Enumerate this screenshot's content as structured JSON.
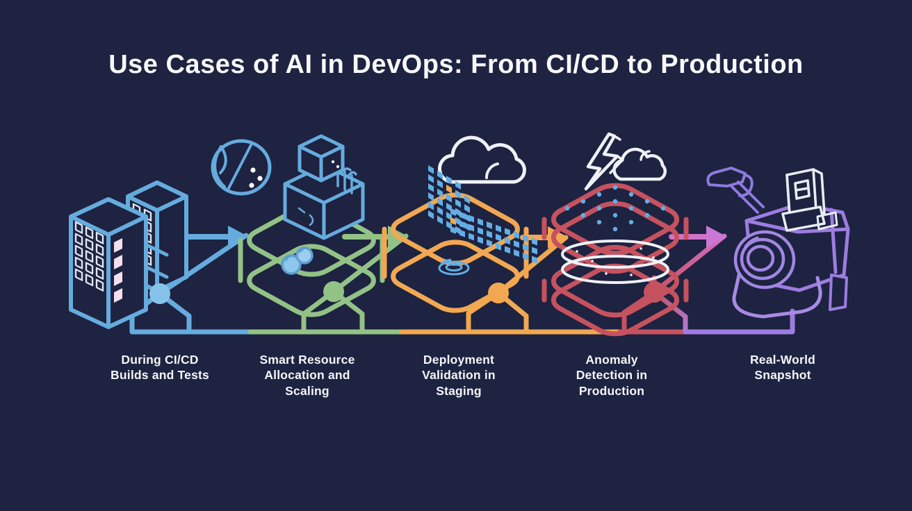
{
  "title": "Use Cases of AI in DevOps: From CI/CD to Production",
  "background_color": "#1d2340",
  "stages": [
    {
      "label": "During CI/CD\nBuilds and Tests",
      "color": "#66abde",
      "icon": "server-towers-icon"
    },
    {
      "label": "Smart Resource\nAllocation and\nScaling",
      "color": "#93c286",
      "icon": "container-boxes-platform-icon"
    },
    {
      "label": "Deployment\nValidation in\nStaging",
      "color": "#f2a851",
      "icon": "cloud-data-matrix-platform-icon"
    },
    {
      "label": "Anomaly\nDetection in\nProduction",
      "color": "#c6525f",
      "icon": "lightning-anomaly-stack-icon"
    },
    {
      "label": "Real-World\nSnapshot",
      "color": "#9d7ce0",
      "icon": "instant-camera-icon"
    }
  ],
  "flow": {
    "arrow_colors": [
      "#66abde",
      "#93c286",
      "#f2a851",
      "#cf6fc7"
    ],
    "baseline_segment_colors": [
      "#66abde",
      "#93c286",
      "#f2a851",
      "#c6525f",
      "#9d7ce0"
    ],
    "dot_colors": [
      "#85c3ea",
      "#93c286",
      "#f2a851",
      "#c6525f"
    ]
  }
}
